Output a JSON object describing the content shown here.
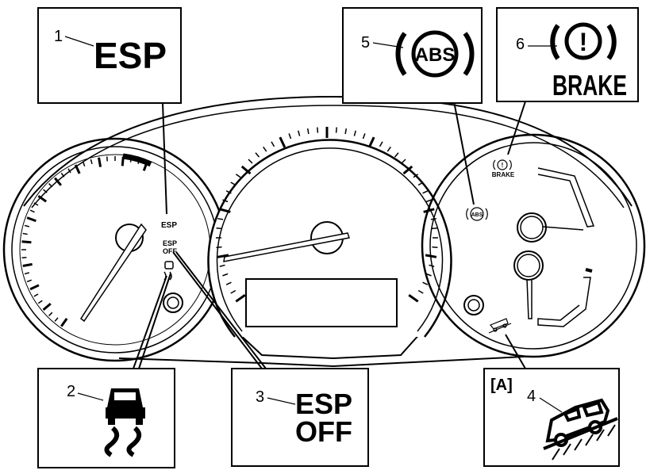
{
  "callouts": {
    "c1": {
      "number": "1",
      "symbol": "ESP"
    },
    "c2": {
      "number": "2"
    },
    "c3": {
      "number": "3",
      "symbol_line1": "ESP",
      "symbol_line2": "OFF"
    },
    "c4": {
      "number": "4",
      "tag": "[A]"
    },
    "c5": {
      "number": "5",
      "symbol": "ABS"
    },
    "c6": {
      "number": "6",
      "symbol_mark": "!",
      "symbol_word": "BRAKE"
    }
  },
  "cluster": {
    "esp_lamp": "ESP",
    "esp_off_lamp_line1": "ESP",
    "esp_off_lamp_line2": "OFF",
    "abs_lamp": "ABS",
    "brake_lamp_mark": "!",
    "brake_lamp_word": "BRAKE"
  },
  "colors": {
    "line": "#000000",
    "background": "#ffffff"
  },
  "icons": [
    "skid-car-icon",
    "hill-descent-car-icon",
    "brake-warning-icon",
    "abs-icon"
  ]
}
